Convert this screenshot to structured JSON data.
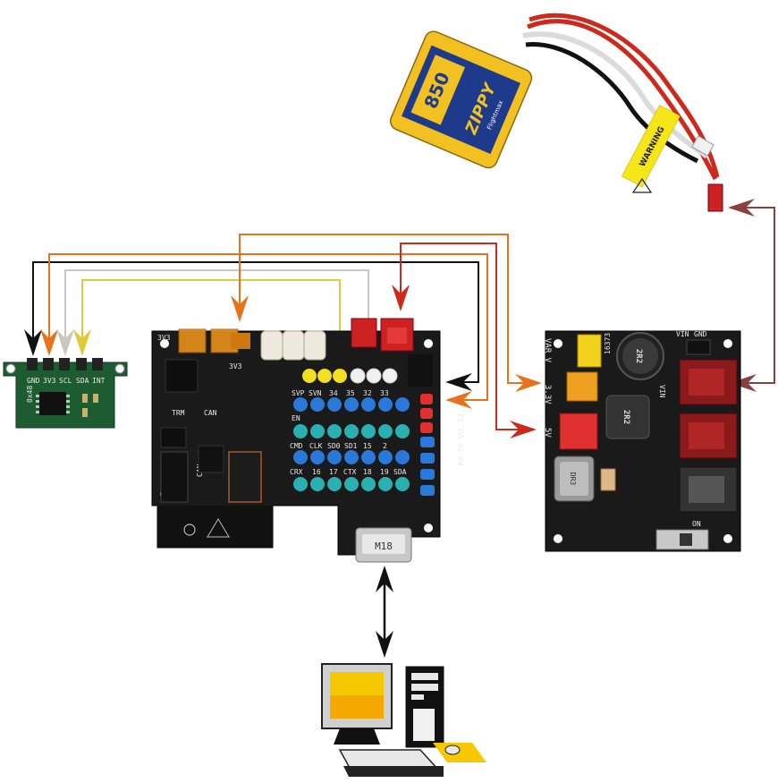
{
  "battery": {
    "brand": "ZIPPY",
    "capacity": "850",
    "cell_line": "Flightmax",
    "warning_tag": "WARNING"
  },
  "sensor_board": {
    "pin_labels": [
      "GND",
      "3V3",
      "SCL",
      "SDA",
      "INT"
    ],
    "side_label": "0x48"
  },
  "main_board": {
    "header_3v3_left": "3V3",
    "header_3v3_right": "3V3",
    "row1_labels": [
      "SVP",
      "SVN",
      "34",
      "35",
      "32",
      "33"
    ],
    "row2_labels": [
      "EN",
      "",
      "",
      "",
      "",
      ""
    ],
    "row3_labels": [
      "CMD",
      "CLK",
      "SD0",
      "SD1",
      "15",
      "2"
    ],
    "row4_labels": [
      "CRX",
      "16",
      "17",
      "CTX",
      "18",
      "19",
      "SDA"
    ],
    "side_label": "RX TX SCL 23",
    "trm_label": "TRM",
    "can_label": "CAN",
    "can_side_label": "CAN",
    "usb_label": "M18"
  },
  "power_board": {
    "top_labels": [
      "VIN",
      "GND"
    ],
    "inductor_labels": [
      "2R2",
      "2R2"
    ],
    "rail_labels": [
      "3.3V",
      "5V",
      "VAR V"
    ],
    "inductor_small": "DR3",
    "conn_label": "VIN",
    "conn_label2": "ON",
    "cap_label": "16373"
  },
  "colors": {
    "wire_black": "#111111",
    "wire_orange": "#e8721c",
    "wire_gray": "#c8c8c0",
    "wire_yellow": "#e0c83a",
    "wire_red": "#cc2a1c",
    "wire_maroon": "#8a4040",
    "pcb": "#1a1a1a",
    "pin_yellow": "#f0e020",
    "pin_blue": "#2a78d8",
    "pin_teal": "#2ab0b0",
    "pin_red": "#e03030",
    "pin_white": "#f0f0f0",
    "sensor_pcb": "#1c5c30",
    "battery_yellow": "#f2c021",
    "battery_blue": "#1e3a8a"
  },
  "icons": [
    "computer-icon",
    "usb-connector-icon",
    "battery-icon"
  ]
}
